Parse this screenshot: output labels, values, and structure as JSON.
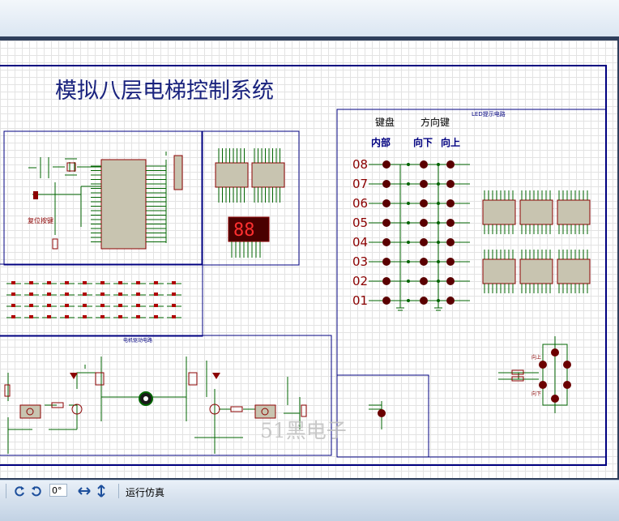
{
  "schematic": {
    "title": "模拟八层电梯控制系统",
    "led_panel_title": "LED提示电路",
    "keypad_heading": "键盘",
    "direction_heading": "方向键",
    "inner_label": "内部",
    "down_label": "向下",
    "up_label": "向上",
    "floors": [
      "08",
      "07",
      "06",
      "05",
      "04",
      "03",
      "02",
      "01"
    ],
    "reset_label": "复位按键",
    "motor_section_title": "电机驱动电路",
    "up_indicator": "向上",
    "down_indicator": "向下",
    "watermark": "51黑电子"
  },
  "toolbar": {
    "angle_value": "0°",
    "sim_status": "运行仿真"
  },
  "colors": {
    "frame": "#000080",
    "wire": "#006400",
    "component": "#8b0000",
    "chip_fill": "#c8c4b0",
    "title_text": "#1a237e"
  }
}
